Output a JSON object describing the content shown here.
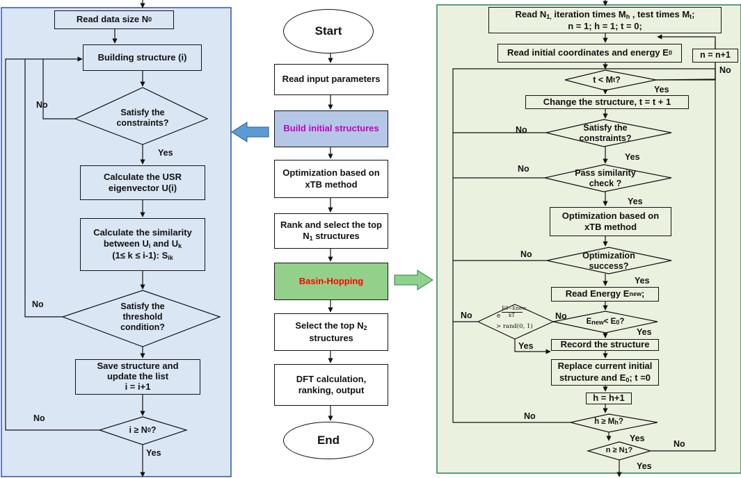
{
  "left_panel": {
    "read_data_size": "Read data size N",
    "read_data_size_sub": "0",
    "building_structure": "Building structure (i)",
    "satisfy_constraints_l1": "Satisfy the",
    "satisfy_constraints_l2": "constraints?",
    "calc_usr_l1": "Calculate the USR",
    "calc_usr_l2": "eigenvector U(i)",
    "calc_sim_l1": "Calculate the similarity",
    "calc_sim_l2a": "between U",
    "calc_sim_l2b": "i",
    "calc_sim_l2c": " and U",
    "calc_sim_l2d": "k",
    "calc_sim_l3a": "(1≤  k ≤ i-1): S",
    "calc_sim_l3b": "ik",
    "threshold_l1": "Satisfy the",
    "threshold_l2": "threshold",
    "threshold_l3": "condition?",
    "save_l1": "Save structure and",
    "save_l2": "update the list",
    "save_l3": "i = i+1",
    "i_ge_a": "i ≥ N",
    "i_ge_b": "0",
    "i_ge_c": "?",
    "no": "No",
    "yes": "Yes"
  },
  "center": {
    "start": "Start",
    "read_input": "Read input parameters",
    "build_initial": "Build initial structures",
    "optimization_l1": "Optimization based on",
    "optimization_l2": "xTB method",
    "rank_l1": "Rank and select the top",
    "rank_l2a": "N",
    "rank_l2b": "1",
    "rank_l2c": " structures",
    "basin_hopping": "Basin-Hopping",
    "select_l1a": "Select the top N",
    "select_l1b": "2",
    "select_l2": "structures",
    "dft_l1": "DFT calculation,",
    "dft_l2": "ranking, output",
    "end": "End"
  },
  "right_panel": {
    "read_n1_l1a": "Read N",
    "read_n1_l1b": "1,",
    "read_n1_l1c": " iteration times M",
    "read_n1_l1d": "h",
    "read_n1_l1e": " , test times M",
    "read_n1_l1f": "t",
    "read_n1_l1g": ";",
    "read_n1_l2": "n = 1; h = 1; t = 0;",
    "read_coords_a": "Read initial coordinates and energy E",
    "read_coords_b": "0",
    "n_inc": "n = n+1",
    "t_lt_a": "t < M",
    "t_lt_b": "t",
    "t_lt_c": "?",
    "change_structure": "Change the structure, t = t + 1",
    "satisfy_l1": "Satisfy the",
    "satisfy_l2": "constraints?",
    "similarity_l1": "Pass similarity",
    "similarity_l2": "check ?",
    "optimization_l1": "Optimization based on",
    "optimization_l2": "xTB method",
    "opt_success_l1": "Optimization",
    "opt_success_l2": "success?",
    "read_energy_a": "Read Energy E",
    "read_energy_b": "new",
    "read_energy_c": ";",
    "enew_lt_a": "E",
    "enew_lt_b": "new",
    "enew_lt_c": " < E",
    "enew_lt_d": "0",
    "enew_lt_e": "?",
    "metropolis_num": "E0−Enew",
    "metropolis_den": "kT",
    "metropolis_base": "e",
    "metropolis_rand": "> rand(0, 1)",
    "record": "Record the structure",
    "replace_l1": "Replace current initial",
    "replace_l2a": "structure and E",
    "replace_l2b": "0",
    "replace_l2c": "; t =0",
    "h_inc": "h = h+1",
    "h_ge_a": "h  ≥  M",
    "h_ge_b": "h",
    "h_ge_c": "?",
    "n_ge_a": "n ≥ N",
    "n_ge_b": "1",
    "n_ge_c": "?",
    "no": "No",
    "yes": "Yes"
  },
  "colors": {
    "left_panel_bg": "#dbe6f5",
    "left_panel_border": "#2f5597",
    "right_panel_bg": "#ebf1df",
    "right_panel_border": "#2e7d4f",
    "build_box_bg": "#b4c7e7",
    "build_text": "#c000c0",
    "basin_box_bg": "#93d18a",
    "basin_text": "#ff0000",
    "left_arrow": "#5b9bd5",
    "right_arrow": "#8fd18a"
  }
}
